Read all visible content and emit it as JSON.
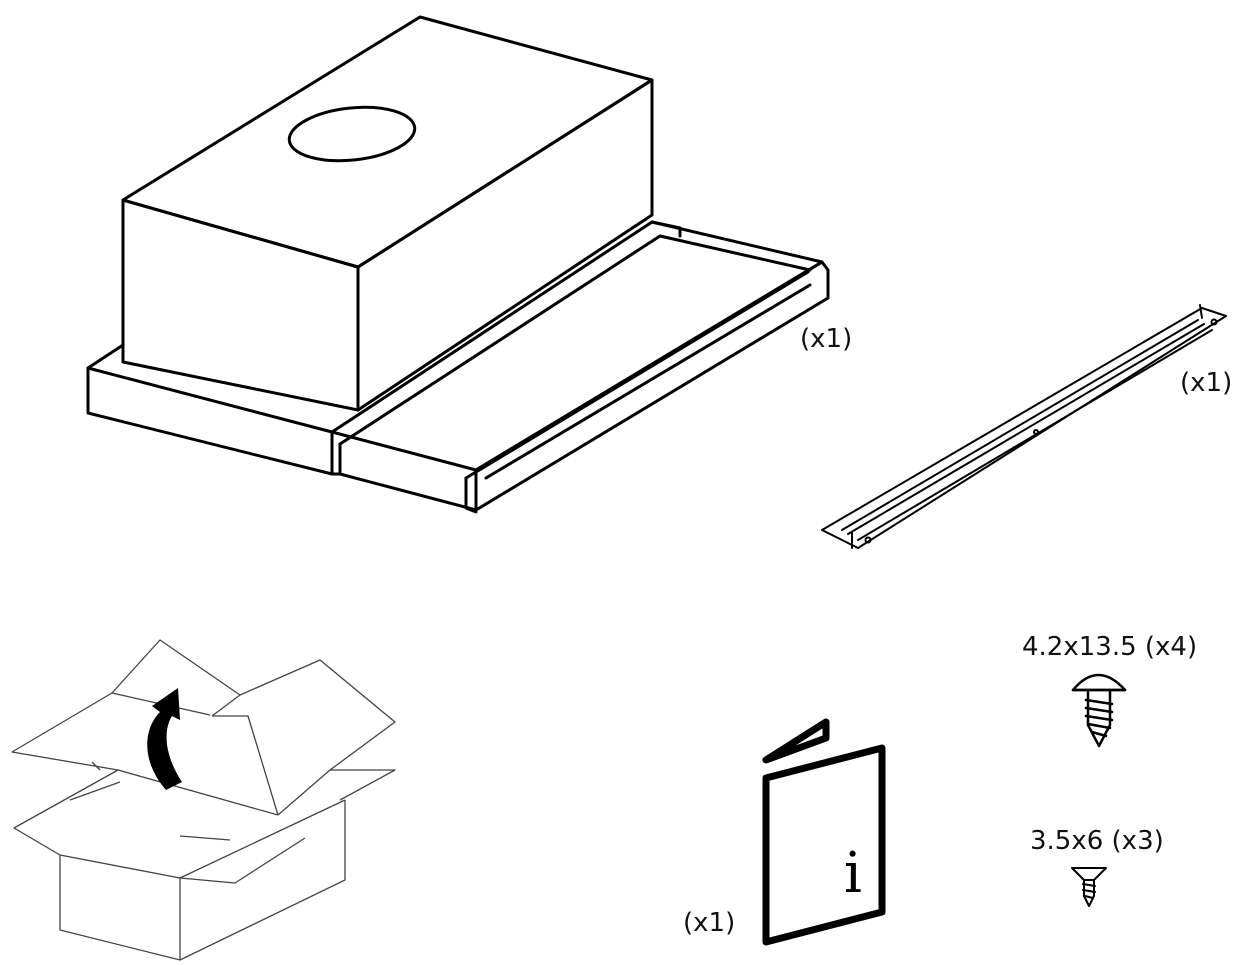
{
  "parts": {
    "hood": {
      "quantity": "(x1)"
    },
    "rail": {
      "quantity": "(x1)"
    },
    "manual": {
      "quantity": "(x1)",
      "info_symbol": "i"
    },
    "screw_large": {
      "spec": "4.2x13.5 (x4)"
    },
    "screw_small": {
      "spec": "3.5x6 (x3)"
    }
  },
  "icons": {
    "hood": "extractor-hood-icon",
    "rail": "mounting-rail-icon",
    "box": "open-box-unpack-icon",
    "manual": "instruction-manual-icon",
    "screw_large": "pan-head-screw-icon",
    "screw_small": "countersunk-screw-icon"
  },
  "colors": {
    "line": "#000000",
    "background": "#ffffff"
  }
}
